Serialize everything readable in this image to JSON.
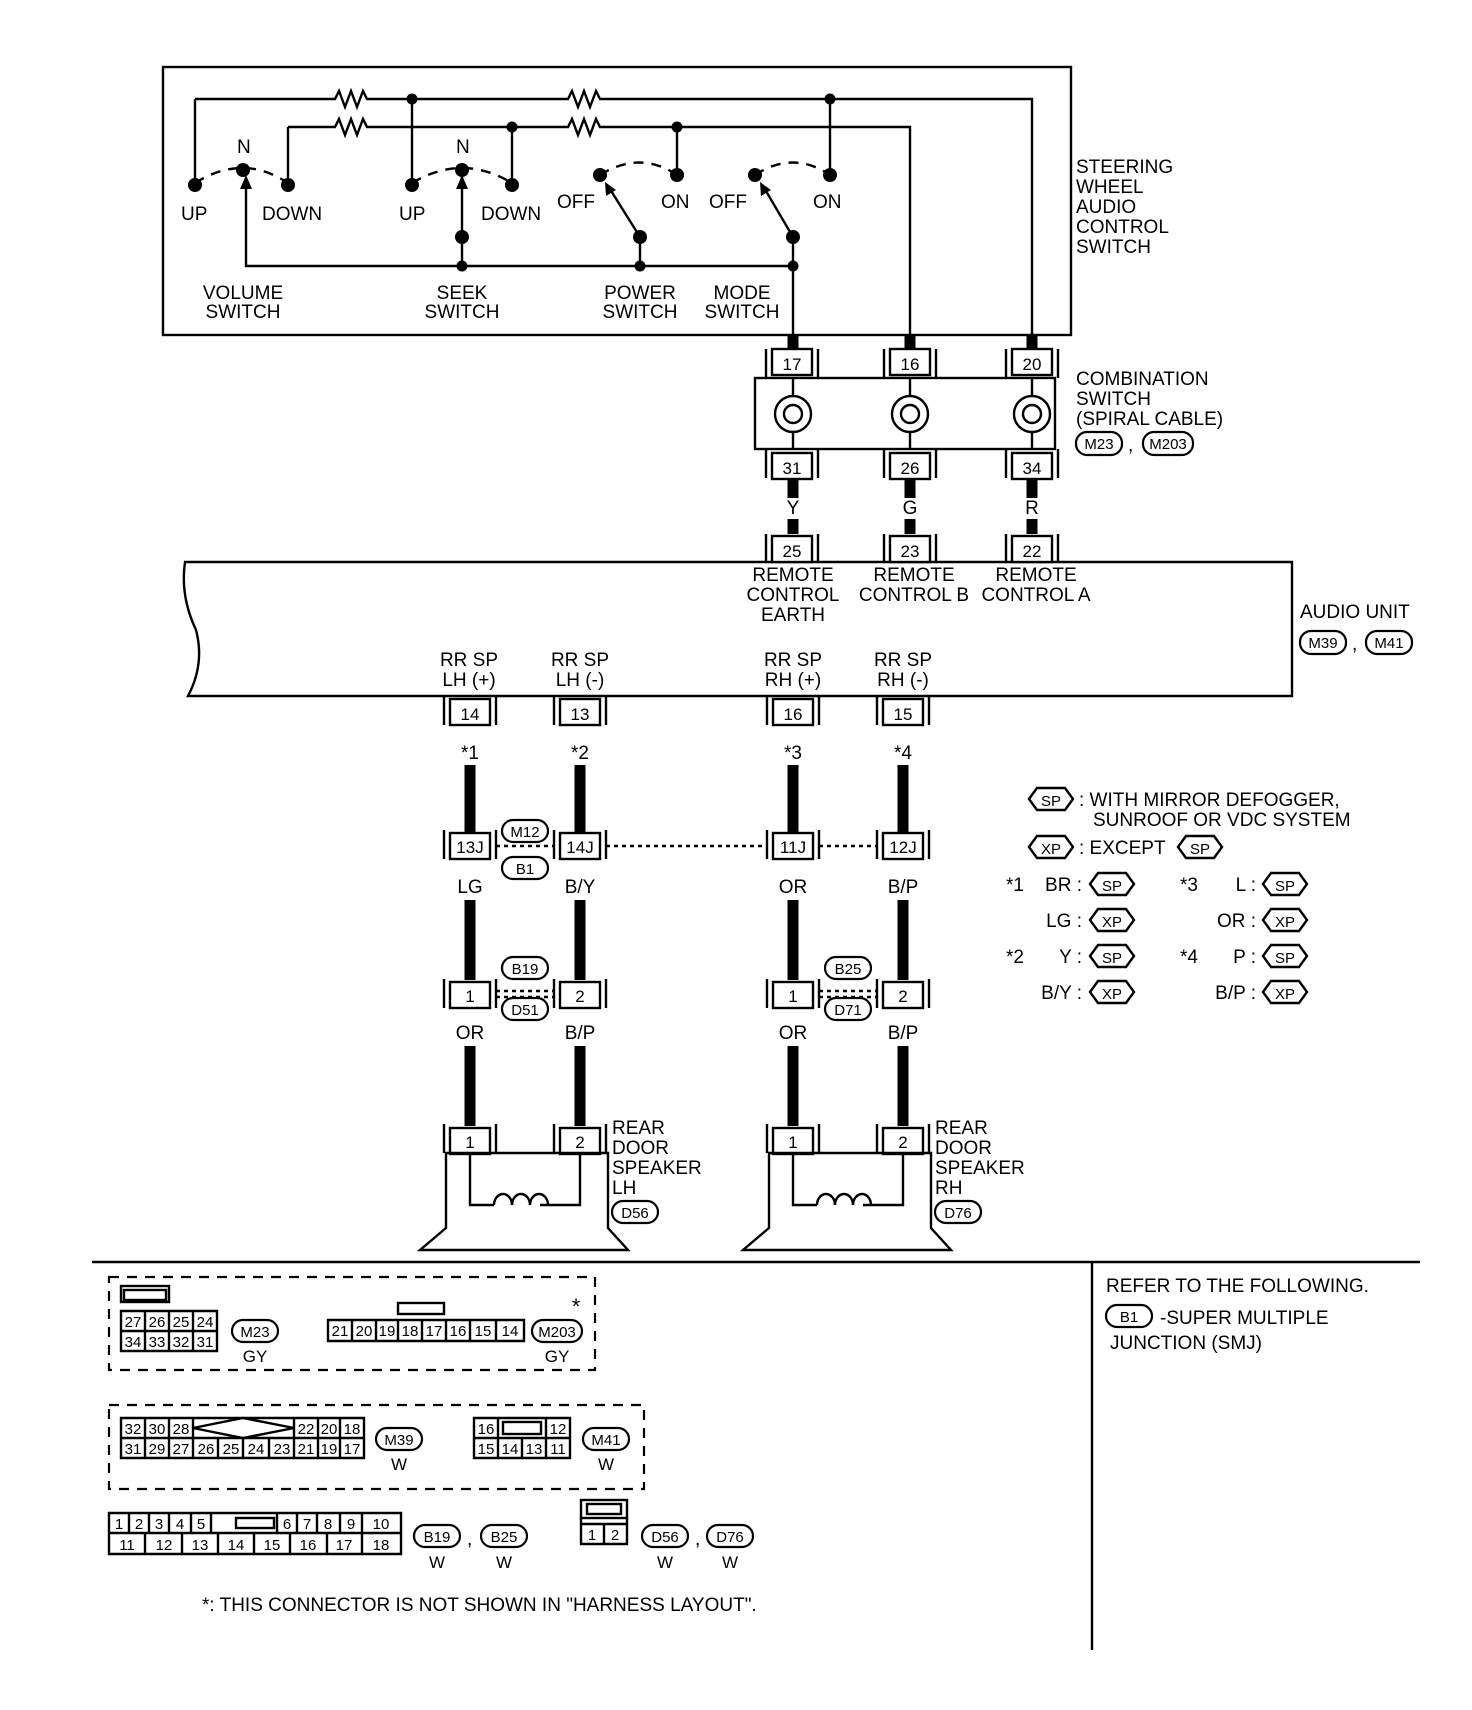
{
  "switch_unit": {
    "title": [
      "STEERING",
      "WHEEL",
      "AUDIO",
      "CONTROL",
      "SWITCH"
    ],
    "volume": {
      "label": [
        "VOLUME",
        "SWITCH"
      ],
      "up": "UP",
      "down": "DOWN",
      "n": "N"
    },
    "seek": {
      "label": [
        "SEEK",
        "SWITCH"
      ],
      "up": "UP",
      "down": "DOWN",
      "n": "N"
    },
    "power": {
      "label": [
        "POWER",
        "SWITCH"
      ],
      "off": "OFF",
      "on": "ON"
    },
    "mode": {
      "label": [
        "MODE",
        "SWITCH"
      ],
      "off": "OFF",
      "on": "ON"
    }
  },
  "combination_switch": {
    "label": [
      "COMBINATION",
      "SWITCH",
      "(SPIRAL CABLE)"
    ],
    "connectors": [
      "M23",
      "M203"
    ],
    "top_pins": [
      "17",
      "16",
      "20"
    ],
    "bottom_pins": [
      "31",
      "26",
      "34"
    ],
    "wire_colors": [
      "Y",
      "G",
      "R"
    ]
  },
  "audio_unit": {
    "label": "AUDIO UNIT",
    "connectors": [
      "M39",
      "M41"
    ],
    "remote_pins": [
      "25",
      "23",
      "22"
    ],
    "remote_labels": [
      [
        "REMOTE",
        "CONTROL",
        "EARTH"
      ],
      [
        "REMOTE",
        "CONTROL B"
      ],
      [
        "REMOTE",
        "CONTROL A"
      ]
    ],
    "speaker_outputs": [
      {
        "label": [
          "RR SP",
          "LH (+)"
        ],
        "pin": "14",
        "mark": "*1"
      },
      {
        "label": [
          "RR SP",
          "LH (-)"
        ],
        "pin": "13",
        "mark": "*2"
      },
      {
        "label": [
          "RR SP",
          "RH (+)"
        ],
        "pin": "16",
        "mark": "*3"
      },
      {
        "label": [
          "RR SP",
          "RH (-)"
        ],
        "pin": "15",
        "mark": "*4"
      }
    ]
  },
  "smj": {
    "pins": [
      "13J",
      "14J",
      "11J",
      "12J"
    ],
    "connectors": [
      "M12",
      "B1"
    ],
    "wire_colors": [
      "LG",
      "B/Y",
      "OR",
      "B/P"
    ]
  },
  "door_joints": {
    "lh": {
      "connectors": [
        "B19",
        "D51"
      ],
      "pins": [
        "1",
        "2"
      ],
      "wire_colors": [
        "OR",
        "B/P"
      ]
    },
    "rh": {
      "connectors": [
        "B25",
        "D71"
      ],
      "pins": [
        "1",
        "2"
      ],
      "wire_colors": [
        "OR",
        "B/P"
      ]
    }
  },
  "speakers": {
    "lh": {
      "label": [
        "REAR",
        "DOOR",
        "SPEAKER",
        "LH"
      ],
      "connector": "D56",
      "pins": [
        "1",
        "2"
      ]
    },
    "rh": {
      "label": [
        "REAR",
        "DOOR",
        "SPEAKER",
        "RH"
      ],
      "connector": "D76",
      "pins": [
        "1",
        "2"
      ]
    }
  },
  "legend": {
    "sp_tag": "SP",
    "xp_tag": "XP",
    "sp_text": [
      ": WITH MIRROR DEFOGGER,",
      "SUNROOF OR VDC SYSTEM"
    ],
    "xp_text": ": EXCEPT",
    "notes": [
      {
        "mark": "*1",
        "rows": [
          {
            "color": "BR :",
            "tag": "SP"
          },
          {
            "color": "LG :",
            "tag": "XP"
          }
        ]
      },
      {
        "mark": "*2",
        "rows": [
          {
            "color": "Y :",
            "tag": "SP"
          },
          {
            "color": "B/Y :",
            "tag": "XP"
          }
        ]
      },
      {
        "mark": "*3",
        "rows": [
          {
            "color": "L :",
            "tag": "SP"
          },
          {
            "color": "OR :",
            "tag": "XP"
          }
        ]
      },
      {
        "mark": "*4",
        "rows": [
          {
            "color": "P :",
            "tag": "SP"
          },
          {
            "color": "B/P :",
            "tag": "XP"
          }
        ]
      }
    ]
  },
  "connector_views": {
    "m23": {
      "name": "M23",
      "color": "GY",
      "rows": [
        [
          "27",
          "26",
          "25",
          "24"
        ],
        [
          "34",
          "33",
          "32",
          "31"
        ]
      ]
    },
    "m203": {
      "name": "M203",
      "color": "GY",
      "star": "*",
      "rows": [
        [
          "21",
          "20",
          "19",
          "18",
          "17",
          "16",
          "15",
          "14"
        ]
      ]
    },
    "m39": {
      "name": "M39",
      "color": "W",
      "top_left": [
        "32",
        "30",
        "28"
      ],
      "top_right": [
        "22",
        "20",
        "18"
      ],
      "bottom": [
        "31",
        "29",
        "27",
        "26",
        "25",
        "24",
        "23",
        "21",
        "19",
        "17"
      ]
    },
    "m41": {
      "name": "M41",
      "color": "W",
      "top": [
        "16",
        "12"
      ],
      "bottom": [
        "15",
        "14",
        "13",
        "11"
      ]
    },
    "b19": {
      "names": [
        "B19",
        "B25"
      ],
      "colors": [
        "W",
        "W"
      ],
      "top_left": [
        "1",
        "2",
        "3",
        "4",
        "5"
      ],
      "top_right": [
        "6",
        "7",
        "8",
        "9",
        "10"
      ],
      "bottom": [
        "11",
        "12",
        "13",
        "14",
        "15",
        "16",
        "17",
        "18"
      ]
    },
    "d56": {
      "names": [
        "D56",
        "D76"
      ],
      "colors": [
        "W",
        "W"
      ],
      "cells": [
        "1",
        "2"
      ]
    }
  },
  "footnote": "*: THIS CONNECTOR IS NOT SHOWN IN \"HARNESS LAYOUT\".",
  "refer": {
    "title": "REFER TO THE FOLLOWING.",
    "tag": "B1",
    "text": [
      "-SUPER MULTIPLE",
      "JUNCTION (SMJ)"
    ]
  }
}
